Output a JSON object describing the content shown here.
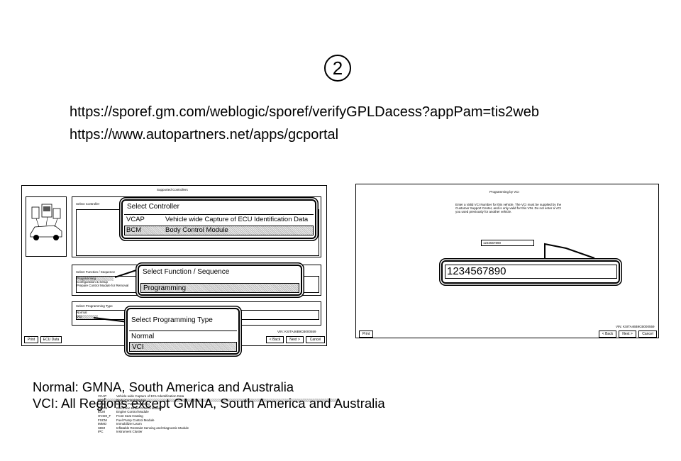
{
  "step_number": "2",
  "urls": [
    "https://sporef.gm.com/weblogic/sporef/verifyGPLDacess?appPam=tis2web",
    "https://www.autopartners.net/apps/gcportal"
  ],
  "left_screen": {
    "title": "Supported Controllers",
    "select_controller_label": "Select Controller",
    "controllers": [
      {
        "code": "VCAP",
        "name": "Vehicle wide Capture of ECU Identification Data"
      },
      {
        "code": "BCM",
        "name": "Body Control Module"
      },
      {
        "code": "EPS",
        "name": "Electric Power Steering"
      },
      {
        "code": "EBCM",
        "name": "Electronic Brake Control Module"
      },
      {
        "code": "ECM",
        "name": "Engine Control Module"
      },
      {
        "code": "HVSM_F",
        "name": "Front Seat Heating"
      },
      {
        "code": "FSCM",
        "name": "Fuel Pump Control Module"
      },
      {
        "code": "IMMO",
        "name": "Immobilizer Learn"
      },
      {
        "code": "SDM",
        "name": "Inflatable Restraint Sensing and Diagnostic Module"
      },
      {
        "code": "IPC",
        "name": "Instrument Cluster"
      }
    ],
    "function_label": "Select Function / Sequence",
    "functions": [
      "Programming",
      "Configuration & Setup",
      "Prepare Control Module for Removal"
    ],
    "programming_type_label": "Select Programming Type",
    "programming_types": [
      "Normal",
      "VCI"
    ],
    "vin": "VIN: KSITA46B9CB000559",
    "buttons": {
      "print": "Print",
      "ecu_data": "ECU Data",
      "back": "< Back",
      "next": "Next >",
      "cancel": "Cancel"
    },
    "callouts": {
      "controller": {
        "title": "Select Controller",
        "rows": [
          {
            "code": "VCAP",
            "name": "Vehicle wide Capture of ECU Identification Data"
          },
          {
            "code": "BCM",
            "name": "Body Control Module"
          }
        ]
      },
      "function": {
        "title": "Select Function / Sequence",
        "selected": "Programming"
      },
      "programming_type": {
        "title": "Select Programming Type",
        "options": [
          "Normal",
          "VCI"
        ]
      }
    }
  },
  "right_screen": {
    "title": "Programming by VCI",
    "instructions": "Enter a Valid VCI Number for this vehicle. The VCI must be supplied by the Customer Support Center, and is only valid for this VIN. Do not enter a VCI you used previously for another vehicle.",
    "vci_value": "1234567890",
    "callout_value": "1234567890",
    "vin": "VIN: KSITA46B9CB000559",
    "buttons": {
      "print": "Print",
      "back": "< Back",
      "next": "Next >",
      "cancel": "Cancel"
    }
  },
  "notes": [
    "Normal: GMNA, South America and Australia",
    "VCI: All Regions except GMNA, South America and Australia"
  ]
}
